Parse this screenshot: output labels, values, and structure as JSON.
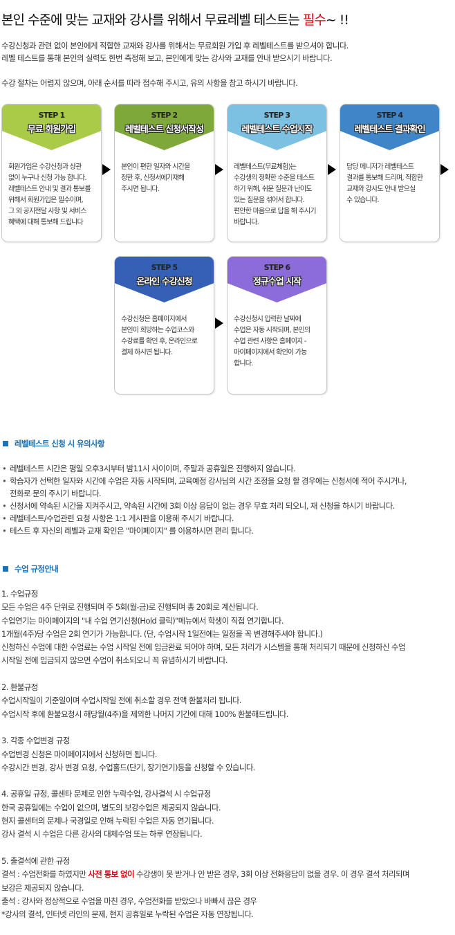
{
  "header": {
    "title_pre": "본인 수준에 맞는 교재와 강사를 위해서 무료레벨 테스트는 ",
    "title_red": "필수",
    "title_post": "~ !!",
    "intro": [
      "수강신청과 관련 없이 본인에게 적합한 교재와 강사를 위해서는 무료회원 가입 후 레벨테스트를 받으셔야 합니다.",
      "레벨 테스트를 통해 본인의 실력도 한번 측정해 보고, 본인에게 맞는 강사와 교재를 안내 받으시기 바랍니다.",
      "수강 절차는 어렵지 않으며, 아래 순서를 따라 접수해 주시고, 유의 사항을 참고 하시기 바랍니다."
    ]
  },
  "steps": [
    {
      "step": "STEP 1",
      "name": "무료 회원가입",
      "color": "#a9cb47",
      "desc": "회원가입은 수강신청과 상관\n없이 누구나 신청 가능 합니다.\n레벨테스트 안내 및 결과 통보를\n위해서 회원가입은 필수이며,\n그 외 공지전달 사항 및 서비스\n혜택에 대해 통보해 드립니다"
    },
    {
      "step": "STEP 2",
      "name": "레벨테스트 신청서작성",
      "color": "#7fa83b",
      "desc": "본인이 편한 일자와 시간을\n정한 후, 신청서에기재해\n주시면 됩니다."
    },
    {
      "step": "STEP 3",
      "name": "레벨테스트 수업시작",
      "color": "#7cc0e2",
      "desc": "레벨테스트(무료체험)는\n수강생의 정확한 수준을 테스트\n하기 위해, 쉬운 질문과 난이도\n있는 질문을 섞어서 합니다.\n편안한 마음으로 답을 해 주시기\n바랍니다."
    },
    {
      "step": "STEP 4",
      "name": "레벨테스트 결과확인",
      "color": "#3f86c8",
      "desc": "담당 메니저가 레벨테스트\n결과를 통보해 드리며, 적합한\n교재와 강사도 안내 받으실\n수 있습니다."
    },
    {
      "step": "STEP 5",
      "name": "온라인 수강신청",
      "color": "#3560b5",
      "desc": "수강신청은 홈페이지에서\n본인이 희망하는 수업코스와\n수강료를 확인 후, 온라인으로\n결제 하시면 됩니다."
    },
    {
      "step": "STEP 6",
      "name": "정규수업 시작",
      "color": "#8b6cd8",
      "desc": "수강신청시 입력한 날짜에\n수업은 자동 시작되며, 본인의\n수업 관련 사항은 홈페이지 -\n마이페이지에서 확인이 가능\n합니다."
    }
  ],
  "notice": {
    "heading": "레벨테스트 신청 시 유의사항",
    "items": [
      "레벨테스트 시간은 평일 오후3시부터 밤11시 사이이며, 주말과 공휴일은 진행하지 않습니다.",
      "학습자가 선택한 일자와 시간에 수업은 자동 시작되며, 교육예정 강사님의 시간 조정을 요청 할 경우에는 신청서에 적어 주시거나,\n전화로 문의 주시기 바랍니다.",
      "신청서에 약속된 시간을 지켜주시고, 약속된 시간에 3회 이상 응답이 없는 경우 무효 처리 되오니, 재 신청을 하시기 바랍니다.",
      "레벨테스트/수업관련 요청 사항은 1:1 게시판을 이용해 주시기 바랍니다.",
      "테스트 후 자신의 레벨과 교재 확인은 \"마이페이지\" 를 이용하시면 편리 합니다."
    ]
  },
  "rules": {
    "heading": "수업 규정안내",
    "r1": {
      "title": "1. 수업규정",
      "lines": [
        "모든 수업은 4주 단위로 진행되며 주 5회(월-금)로 진행되며 총 20회로 계산됩니다.",
        "수업연기는 마이페이지의 \"내 수업 연기신청(Hold 클릭)\"메뉴에서 학생이 직접 연기합니다.",
        "1개월(4주)당 수업은 2회 연기가 가능합니다. (단, 수업시작 1일전에는 일정을 꼭 변경해주셔야 합니다.)",
        "신청하신 수업에 대한 수업료는 수업 시작일 전에 입금완료 되어야 하며, 모든 처리가 시스템을 통해 처리되기 때문에 신청하신 수업",
        "시작일 전에 입금되지 않으면 수업이 취소되오니 꼭 유념하시기 바랍니다."
      ]
    },
    "r2": {
      "title": "2. 환불규정",
      "lines": [
        "수업시작일이 기준일이며 수업시작일 전에 취소할 경우 전액 환불처리 됩니다.",
        "수업시작 후에 환불요청시 해당월(4주)을 제외한 나머지 기간에 대해 100% 환불해드립니다."
      ]
    },
    "r3": {
      "title": "3. 각종 수업변경 규정",
      "lines": [
        "수업변경 신청은 마이페이지에서 신청하면 됩니다.",
        "수강시간 변경, 강사 변경 요청, 수업홀드(단기, 장기연기)등을 신청할 수 있습니다."
      ]
    },
    "r4": {
      "title": "4. 공휴일 규정, 콜센타 문제로 인한 누락수업, 강사결석 시 수업규정",
      "lines": [
        "한국 공휴일에는 수업이 없으며, 별도의 보강수업은 제공되지 않습니다.",
        "현지 콜센터의 문제나 국경일로 인해 누락된 수업은 자동 연기됩니다.",
        "강사 결석 시 수업은 다른 강사의 대체수업 또는 하루 연장됩니다."
      ]
    },
    "r5": {
      "title": "5. 출결석에 관한 규정",
      "absent_pre": "결석 : 수업전화를 하였지만 ",
      "absent_red": "사전 통보 없이",
      "absent_post": " 수강생이 못 받거나 안 받은 경우, 3회 이상 전화응답이 없을 경우. 이 경우 결석 처리되며",
      "lines": [
        "보강은 제공되지 않습니다.",
        "출석 : 강사와 정상적으로 수업을 마친 경우, 수업전화를 받았으나 바빠서 끊은 경우",
        "*강사의 결석, 인터넷 라인의 문제, 현지 공휴일로 누락된 수업은 자동 연장됩니다."
      ]
    }
  }
}
